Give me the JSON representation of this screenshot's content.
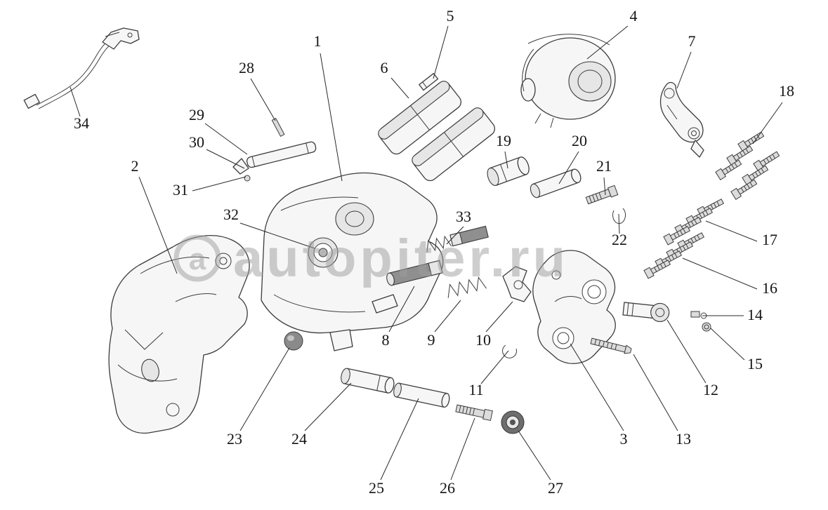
{
  "watermark": {
    "logo_symbol": "a",
    "text": "autopiter.ru"
  },
  "colors": {
    "background": "#ffffff",
    "line": "#3c3c3c",
    "watermark": "#9e9e9e",
    "part_fill": "#f6f6f6"
  },
  "callouts": [
    {
      "label": "1"
    },
    {
      "label": "2"
    },
    {
      "label": "3"
    },
    {
      "label": "4"
    },
    {
      "label": "5"
    },
    {
      "label": "6"
    },
    {
      "label": "7"
    },
    {
      "label": "8"
    },
    {
      "label": "9"
    },
    {
      "label": "10"
    },
    {
      "label": "11"
    },
    {
      "label": "12"
    },
    {
      "label": "13"
    },
    {
      "label": "14"
    },
    {
      "label": "15"
    },
    {
      "label": "16"
    },
    {
      "label": "17"
    },
    {
      "label": "18"
    },
    {
      "label": "19"
    },
    {
      "label": "20"
    },
    {
      "label": "21"
    },
    {
      "label": "22"
    },
    {
      "label": "23"
    },
    {
      "label": "24"
    },
    {
      "label": "25"
    },
    {
      "label": "26"
    },
    {
      "label": "27"
    },
    {
      "label": "28"
    },
    {
      "label": "29"
    },
    {
      "label": "30"
    },
    {
      "label": "31"
    },
    {
      "label": "32"
    },
    {
      "label": "33"
    },
    {
      "label": "34"
    }
  ]
}
